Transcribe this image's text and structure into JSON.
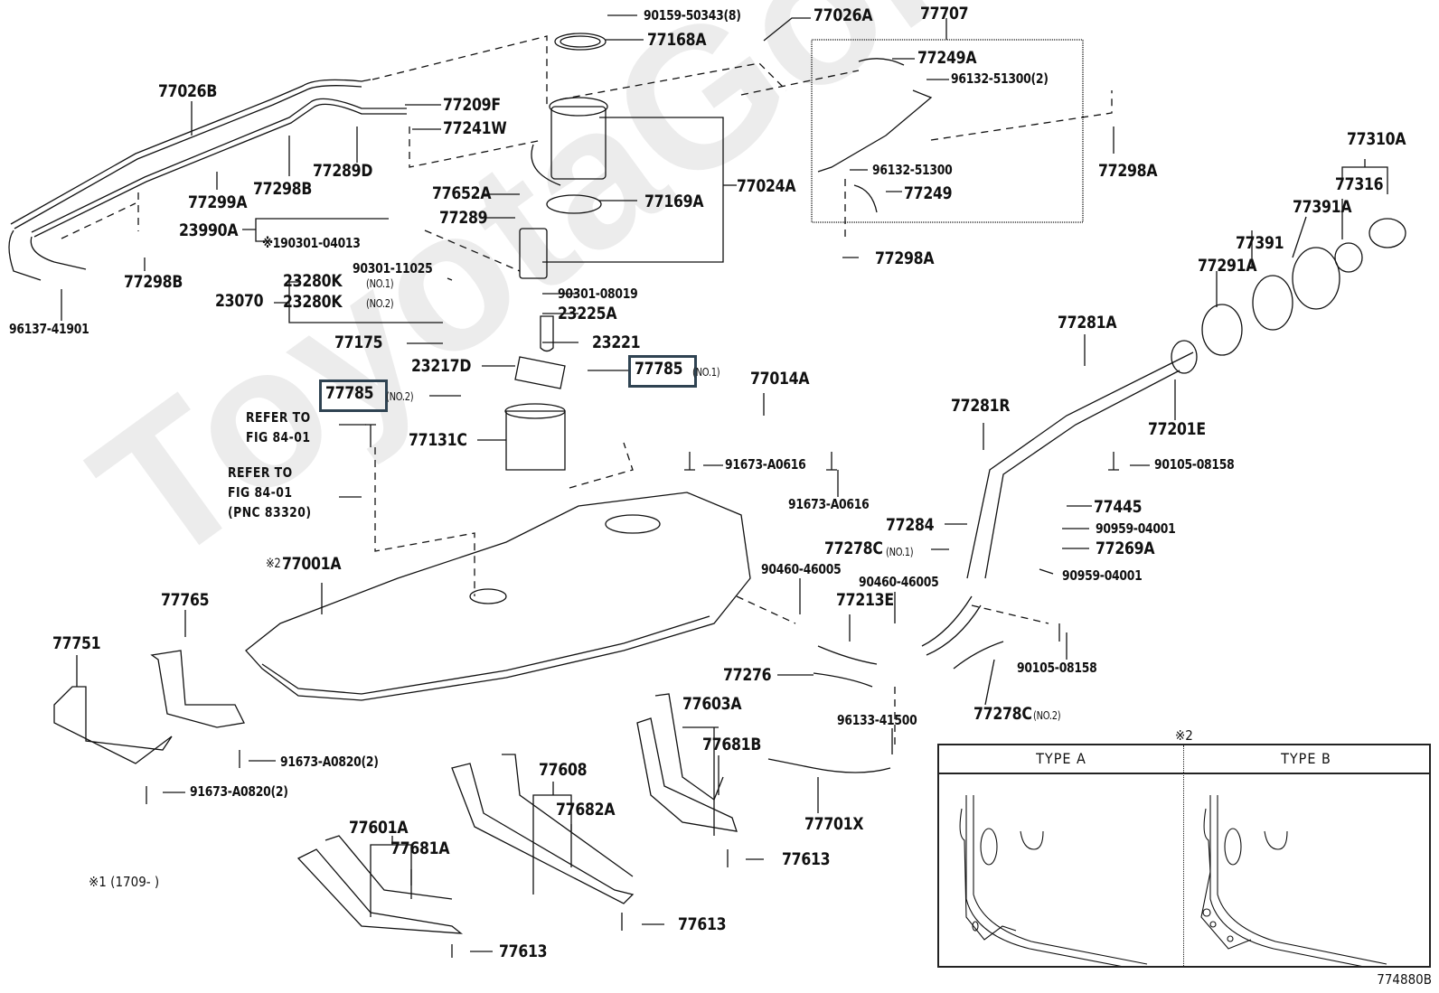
{
  "diagram": {
    "title": "Fuel Tank & Tube Assembly Parts Diagram",
    "figure_number": "774880B",
    "watermark": "ToyotaGoMine.ru",
    "highlight_color": "#2f4352",
    "highlighted_parts": [
      "77785 (NO.1)",
      "77785 (NO.2)"
    ],
    "labels": {
      "p90159": "90159-50343(8)",
      "p77026A": "77026A",
      "p77707": "77707",
      "p77168A": "77168A",
      "p77026B": "77026B",
      "p77249A": "77249A",
      "p96132_2": "96132-51300(2)",
      "p77209F": "77209F",
      "p77241W": "77241W",
      "p77298A_a": "77298A",
      "p77310A": "77310A",
      "p77299A": "77299A",
      "p77298B_a": "77298B",
      "p77289D": "77289D",
      "p96132": "96132-51300",
      "p77316": "77316",
      "p77652A": "77652A",
      "p77024A": "77024A",
      "p77249": "77249",
      "p77391A": "77391A",
      "p77289": "77289",
      "p77169A": "77169A",
      "p23990A": "23990A",
      "p190301": "※190301-04013",
      "p77391": "77391",
      "p77298A_b": "77298A",
      "p77291A": "77291A",
      "p90301_11025": "90301-11025",
      "p77298B_b": "77298B",
      "p23280K1": "23280K",
      "p23280K1_sub": "(NO.1)",
      "p23070": "23070",
      "p23280K2": "23280K",
      "p23280K2_sub": "(NO.2)",
      "p90301_08019": "90301-08019",
      "p23225A": "23225A",
      "p96137": "96137-41901",
      "p77281A": "77281A",
      "p77175": "77175",
      "p23221": "23221",
      "p23217D": "23217D",
      "p77785_1": "77785",
      "p77785_1_sub": "(NO.1)",
      "p77014A": "77014A",
      "p77785_2": "77785",
      "p77785_2_sub": "(NO.2)",
      "p77201E": "77201E",
      "p77281R": "77281R",
      "refer1_line1": "REFER TO",
      "refer1_line2": "FIG 84-01",
      "p77131C": "77131C",
      "p91673_A0616_a": "91673-A0616",
      "p90105_a": "90105-08158",
      "refer2_line1": "REFER TO",
      "refer2_line2": "FIG 84-01",
      "refer2_line3": "(PNC 83320)",
      "p91673_A0616_b": "91673-A0616",
      "p77445": "77445",
      "p77284": "77284",
      "p90959_a": "90959-04001",
      "p77278C1": "77278C",
      "p77278C1_sub": "(NO.1)",
      "p77269A": "77269A",
      "p77001A_mark": "※2",
      "p77001A": "77001A",
      "p90460_a": "90460-46005",
      "p90959_b": "90959-04001",
      "p90460_b": "90460-46005",
      "p77765": "77765",
      "p77213E": "77213E",
      "p77751": "77751",
      "p90105_b": "90105-08158",
      "p77276": "77276",
      "p77603A": "77603A",
      "p96133": "96133-41500",
      "p77278C2": "77278C",
      "p77278C2_sub": "(NO.2)",
      "p77681B": "77681B",
      "p91673_A0820_a": "91673-A0820(2)",
      "p77608": "77608",
      "p77701X": "77701X",
      "p91673_A0820_b": "91673-A0820(2)",
      "p77682A": "77682A",
      "p77601A": "77601A",
      "p77613_a": "77613",
      "p77681A": "77681A",
      "p77613_b": "77613",
      "p77613_c": "77613",
      "note1": "※1 (1709-        )"
    },
    "type_panel": {
      "mark": "※2",
      "type_a": "TYPE A",
      "type_b": "TYPE B"
    }
  }
}
